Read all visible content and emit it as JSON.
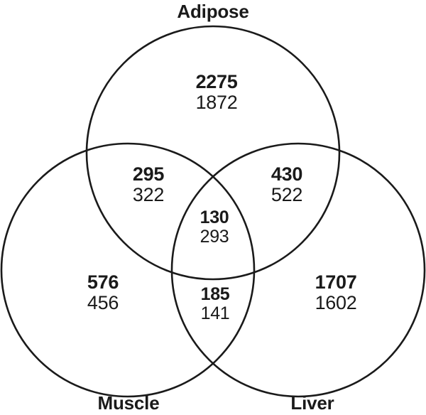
{
  "figure": {
    "kind": "venn-diagram",
    "sets": 3,
    "stroke_color": "#1a1a1a",
    "text_color": "#1a1a1a",
    "background_color": "#ffffff"
  },
  "labels": {
    "adipose": "Adipose",
    "muscle": "Muscle",
    "liver": "Liver"
  },
  "chart_data": {
    "type": "venn",
    "title": "",
    "set_names": [
      "Adipose",
      "Muscle",
      "Liver"
    ],
    "series": [
      {
        "name": "bold",
        "style": "bold"
      },
      {
        "name": "plain",
        "style": "regular"
      }
    ],
    "regions": [
      {
        "id": "adipose-only",
        "sets": [
          "Adipose"
        ],
        "bold": 2275,
        "plain": 1872
      },
      {
        "id": "adipose-muscle",
        "sets": [
          "Adipose",
          "Muscle"
        ],
        "bold": 295,
        "plain": 322
      },
      {
        "id": "adipose-liver",
        "sets": [
          "Adipose",
          "Liver"
        ],
        "bold": 430,
        "plain": 522
      },
      {
        "id": "adipose-muscle-liver",
        "sets": [
          "Adipose",
          "Muscle",
          "Liver"
        ],
        "bold": 130,
        "plain": 293
      },
      {
        "id": "muscle-only",
        "sets": [
          "Muscle"
        ],
        "bold": 576,
        "plain": 456
      },
      {
        "id": "muscle-liver",
        "sets": [
          "Muscle",
          "Liver"
        ],
        "bold": 185,
        "plain": 141
      },
      {
        "id": "liver-only",
        "sets": [
          "Liver"
        ],
        "bold": 1707,
        "plain": 1602
      }
    ]
  },
  "regions": {
    "adipose_only": {
      "bold": "2275",
      "plain": "1872"
    },
    "adipose_muscle": {
      "bold": "295",
      "plain": "322"
    },
    "adipose_liver": {
      "bold": "430",
      "plain": "522"
    },
    "triple": {
      "bold": "130",
      "plain": "293"
    },
    "muscle_only": {
      "bold": "576",
      "plain": "456"
    },
    "muscle_liver": {
      "bold": "185",
      "plain": "141"
    },
    "liver_only": {
      "bold": "1707",
      "plain": "1602"
    }
  }
}
